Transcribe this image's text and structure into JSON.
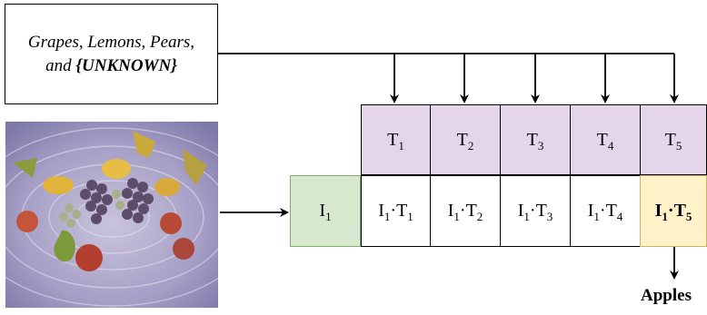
{
  "prompt": {
    "line1": "Grapes, Lemons, Pears,",
    "line2_prefix": "and ",
    "line2_unknown": "{UNKNOWN}"
  },
  "painting": {
    "description": "Still life painting of grapes, lemons, pears and apples"
  },
  "image_embedding": {
    "base": "I",
    "sub": "1"
  },
  "text_embeddings": [
    {
      "base": "T",
      "sub": "1"
    },
    {
      "base": "T",
      "sub": "2"
    },
    {
      "base": "T",
      "sub": "3"
    },
    {
      "base": "T",
      "sub": "4"
    },
    {
      "base": "T",
      "sub": "5"
    }
  ],
  "products": [
    {
      "a": "I",
      "a_sub": "1",
      "dot": "·",
      "b": "T",
      "b_sub": "1",
      "highlighted": false
    },
    {
      "a": "I",
      "a_sub": "1",
      "dot": "·",
      "b": "T",
      "b_sub": "2",
      "highlighted": false
    },
    {
      "a": "I",
      "a_sub": "1",
      "dot": "·",
      "b": "T",
      "b_sub": "3",
      "highlighted": false
    },
    {
      "a": "I",
      "a_sub": "1",
      "dot": "·",
      "b": "T",
      "b_sub": "4",
      "highlighted": false
    },
    {
      "a": "I",
      "a_sub": "1",
      "dot": "·",
      "b": "T",
      "b_sub": "5",
      "highlighted": true
    }
  ],
  "answer": "Apples",
  "colors": {
    "text_embedding_fill": "#e4d5ea",
    "image_embedding_fill": "#d6e9ce",
    "image_embedding_border": "#7bb067",
    "highlight_fill": "#fff2c8",
    "highlight_border": "#d4b45a"
  }
}
